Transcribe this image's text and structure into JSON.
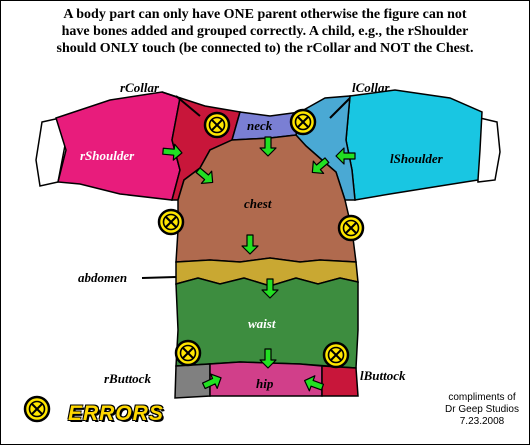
{
  "header": {
    "line1": "A body part can only have ONE parent otherwise the figure can not",
    "line2": "have bones added and grouped correctly.  A child, e.g., the rShoulder",
    "line3": "should ONLY touch (be connected to) the rCollar and NOT the Chest."
  },
  "parts": {
    "rCollar": "rCollar",
    "lCollar": "lCollar",
    "neck": "neck",
    "rShoulder": "rShoulder",
    "lShoulder": "lShoulder",
    "chest": "chest",
    "abdomen": "abdomen",
    "waist": "waist",
    "hip": "hip",
    "rButtock": "rButtock",
    "lButtock": "lButtock"
  },
  "legend": {
    "label": "ERRORS",
    "icon": "error-x-circle-icon"
  },
  "credit": {
    "line1": "compliments of",
    "line2": "Dr Geep Studios",
    "line3": "7.23.2008"
  },
  "colors": {
    "rShoulder": "#e81c7c",
    "rCollar": "#c8163a",
    "lShoulder": "#19c6e2",
    "lCollar": "#4aa9d4",
    "neck": "#7a7fd4",
    "chest": "#b06a4e",
    "abdomen": "#c9a832",
    "waist": "#3d8d3f",
    "hip": "#d13f8a",
    "rButtock": "#808080",
    "lButtock": "#c8163a",
    "arrow": "#22e022",
    "error": "#ffe600"
  }
}
